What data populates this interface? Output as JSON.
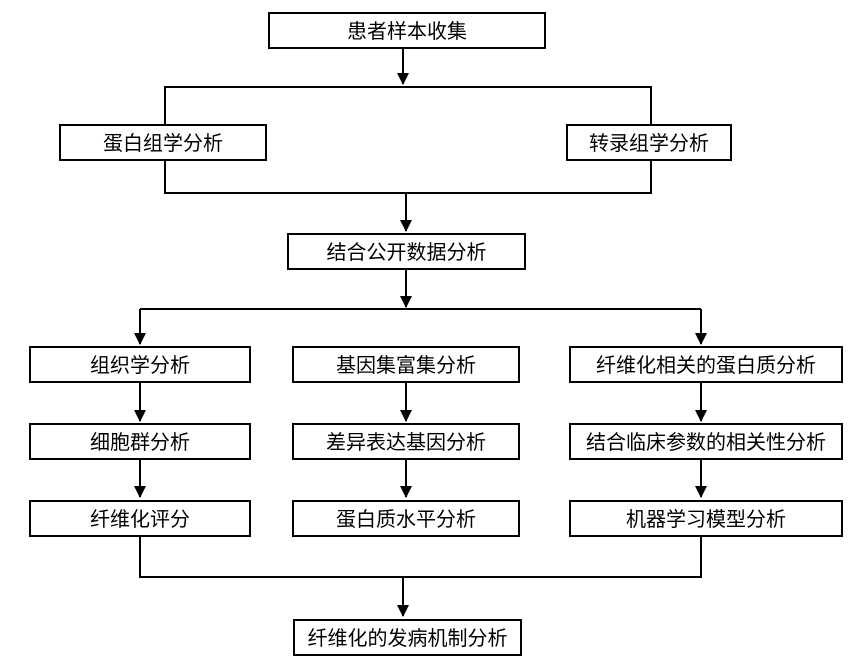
{
  "diagram": {
    "type": "flowchart",
    "language": "zh-CN",
    "colors": {
      "background": "#ffffff",
      "box_fill": "#ffffff",
      "box_border": "#000000",
      "line": "#000000",
      "text": "#000000"
    },
    "nodes": {
      "patient_sample": {
        "label": "患者样本收集"
      },
      "proteomics": {
        "label": "蛋白组学分析"
      },
      "transcriptomics": {
        "label": "转录组学分析"
      },
      "public_data": {
        "label": "结合公开数据分析"
      },
      "histology": {
        "label": "组织学分析"
      },
      "gene_set": {
        "label": "基因集富集分析"
      },
      "fibrosis_protein": {
        "label": "纤维化相关的蛋白质分析"
      },
      "cell_population": {
        "label": "细胞群分析"
      },
      "deg": {
        "label": "差异表达基因分析"
      },
      "clinical_correlation": {
        "label": "结合临床参数的相关性分析"
      },
      "fibrosis_score": {
        "label": "纤维化评分"
      },
      "protein_level": {
        "label": "蛋白质水平分析"
      },
      "ml_model": {
        "label": "机器学习模型分析"
      },
      "pathogenesis": {
        "label": "纤维化的发病机制分析"
      }
    },
    "groups": [
      {
        "id": "omics_group",
        "members": [
          "proteomics",
          "transcriptomics"
        ]
      }
    ],
    "edges": [
      {
        "from": "patient_sample",
        "to": "omics_group"
      },
      {
        "from": "omics_group",
        "to": "public_data"
      },
      {
        "from": "public_data",
        "to": "histology"
      },
      {
        "from": "public_data",
        "to": "gene_set"
      },
      {
        "from": "public_data",
        "to": "fibrosis_protein"
      },
      {
        "from": "histology",
        "to": "cell_population"
      },
      {
        "from": "cell_population",
        "to": "fibrosis_score"
      },
      {
        "from": "gene_set",
        "to": "deg"
      },
      {
        "from": "deg",
        "to": "protein_level"
      },
      {
        "from": "fibrosis_protein",
        "to": "clinical_correlation"
      },
      {
        "from": "clinical_correlation",
        "to": "ml_model"
      },
      {
        "from": "fibrosis_score",
        "to": "pathogenesis"
      },
      {
        "from": "protein_level",
        "to": "pathogenesis"
      },
      {
        "from": "ml_model",
        "to": "pathogenesis"
      }
    ]
  }
}
